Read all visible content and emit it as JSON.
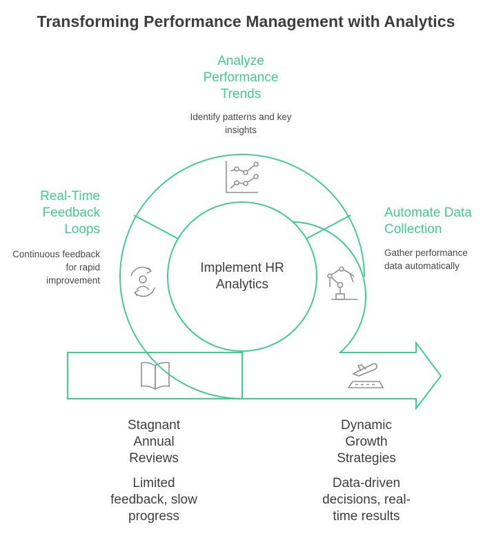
{
  "title": "Transforming Performance Management with Analytics",
  "center": {
    "label": "Implement HR Analytics"
  },
  "stages": {
    "analyze": {
      "heading": "Analyze Performance Trends",
      "description": "Identify patterns and key insights",
      "icon": "line-chart-icon"
    },
    "automate": {
      "heading": "Automate Data Collection",
      "description": "Gather performance data automatically",
      "icon": "robot-arm-icon"
    },
    "feedback": {
      "heading": "Real-Time Feedback Loops",
      "description": "Continuous feedback for rapid improvement",
      "icon": "user-refresh-icon"
    }
  },
  "from_state": {
    "heading": "Stagnant Annual Reviews",
    "description": "Limited feedback, slow progress",
    "icon": "open-book-icon"
  },
  "to_state": {
    "heading": "Dynamic Growth Strategies",
    "description": "Data-driven decisions, real-time results",
    "icon": "airplane-takeoff-icon"
  },
  "colors": {
    "accent": "#3fce8d",
    "icon_gray": "#8f8f8f",
    "text_dark": "#3d3d3d"
  }
}
